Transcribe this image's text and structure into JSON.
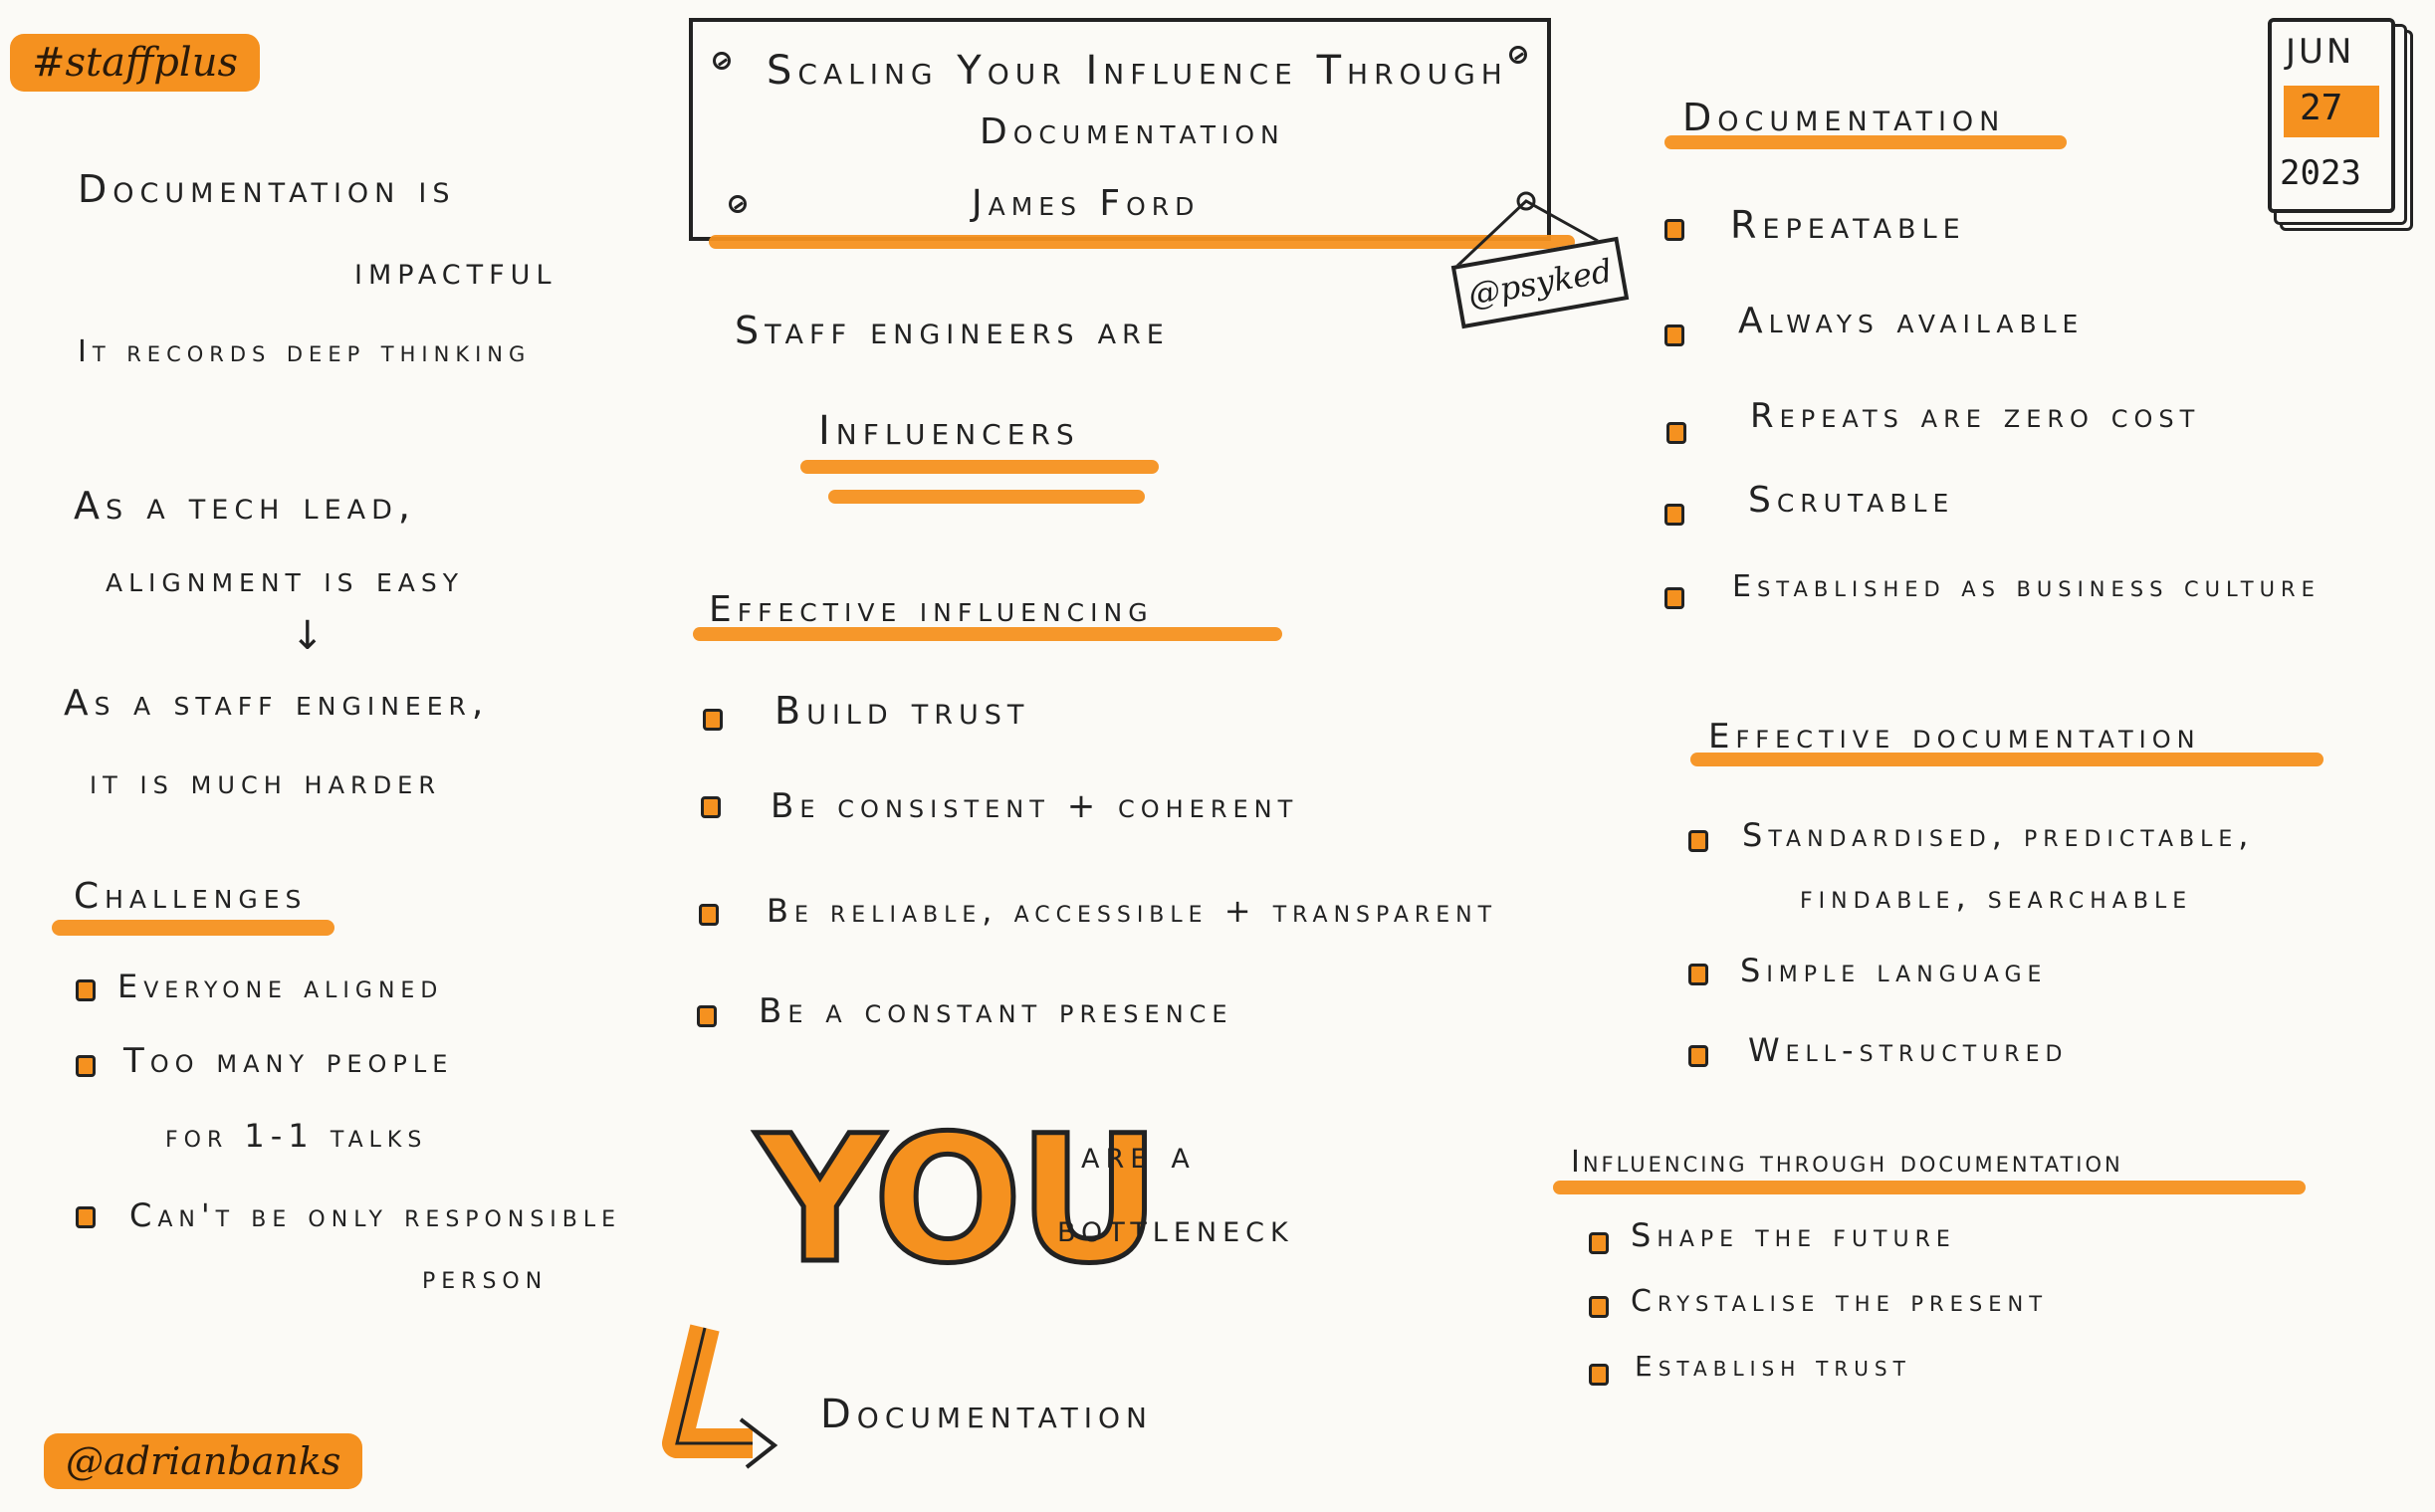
{
  "hashtag": "#staffplus",
  "author_handle": "@adrianbanks",
  "title": {
    "line1": "Scaling Your Influence Through",
    "line2": "Documentation",
    "speaker": "James Ford",
    "speaker_handle": "@psyked"
  },
  "date": {
    "month": "JUN",
    "day": "27",
    "year": "2023"
  },
  "left": {
    "intro_line1": "Documentation is",
    "intro_line2": "impactful",
    "intro_line3": "It records deep thinking",
    "lead_line1": "As a tech lead,",
    "lead_line2": "alignment is easy",
    "arrow": "↓",
    "staff_line1": "As a staff engineer,",
    "staff_line2": "it is much harder",
    "challenges_title": "Challenges",
    "challenges": [
      "Everyone aligned",
      "Too many people",
      "for 1-1 talks",
      "Can't be only responsible",
      "person"
    ]
  },
  "middle": {
    "staff_are": "Staff engineers are",
    "influencers": "Influencers",
    "effective_title": "Effective influencing",
    "effective_items": [
      "Build trust",
      "Be consistent + coherent",
      "Be reliable, accessible + transparent",
      "Be a constant presence"
    ],
    "you": "YOU",
    "are_a": "are a",
    "bottleneck": "bottleneck",
    "documentation": "Documentation"
  },
  "right": {
    "doc_title": "Documentation",
    "doc_items": [
      "Repeatable",
      "Always available",
      "Repeats are zero cost",
      "Scrutable",
      "Established as business culture"
    ],
    "eff_doc_title": "Effective documentation",
    "eff_doc_items": [
      "Standardised, predictable,",
      "findable, searchable",
      "Simple language",
      "Well-structured"
    ],
    "infl_title": "Influencing through documentation",
    "infl_items": [
      "Shape the future",
      "Crystalise the present",
      "Establish trust"
    ]
  },
  "colors": {
    "accent": "#f5911f",
    "ink": "#222222",
    "paper": "#fbfaf6"
  }
}
